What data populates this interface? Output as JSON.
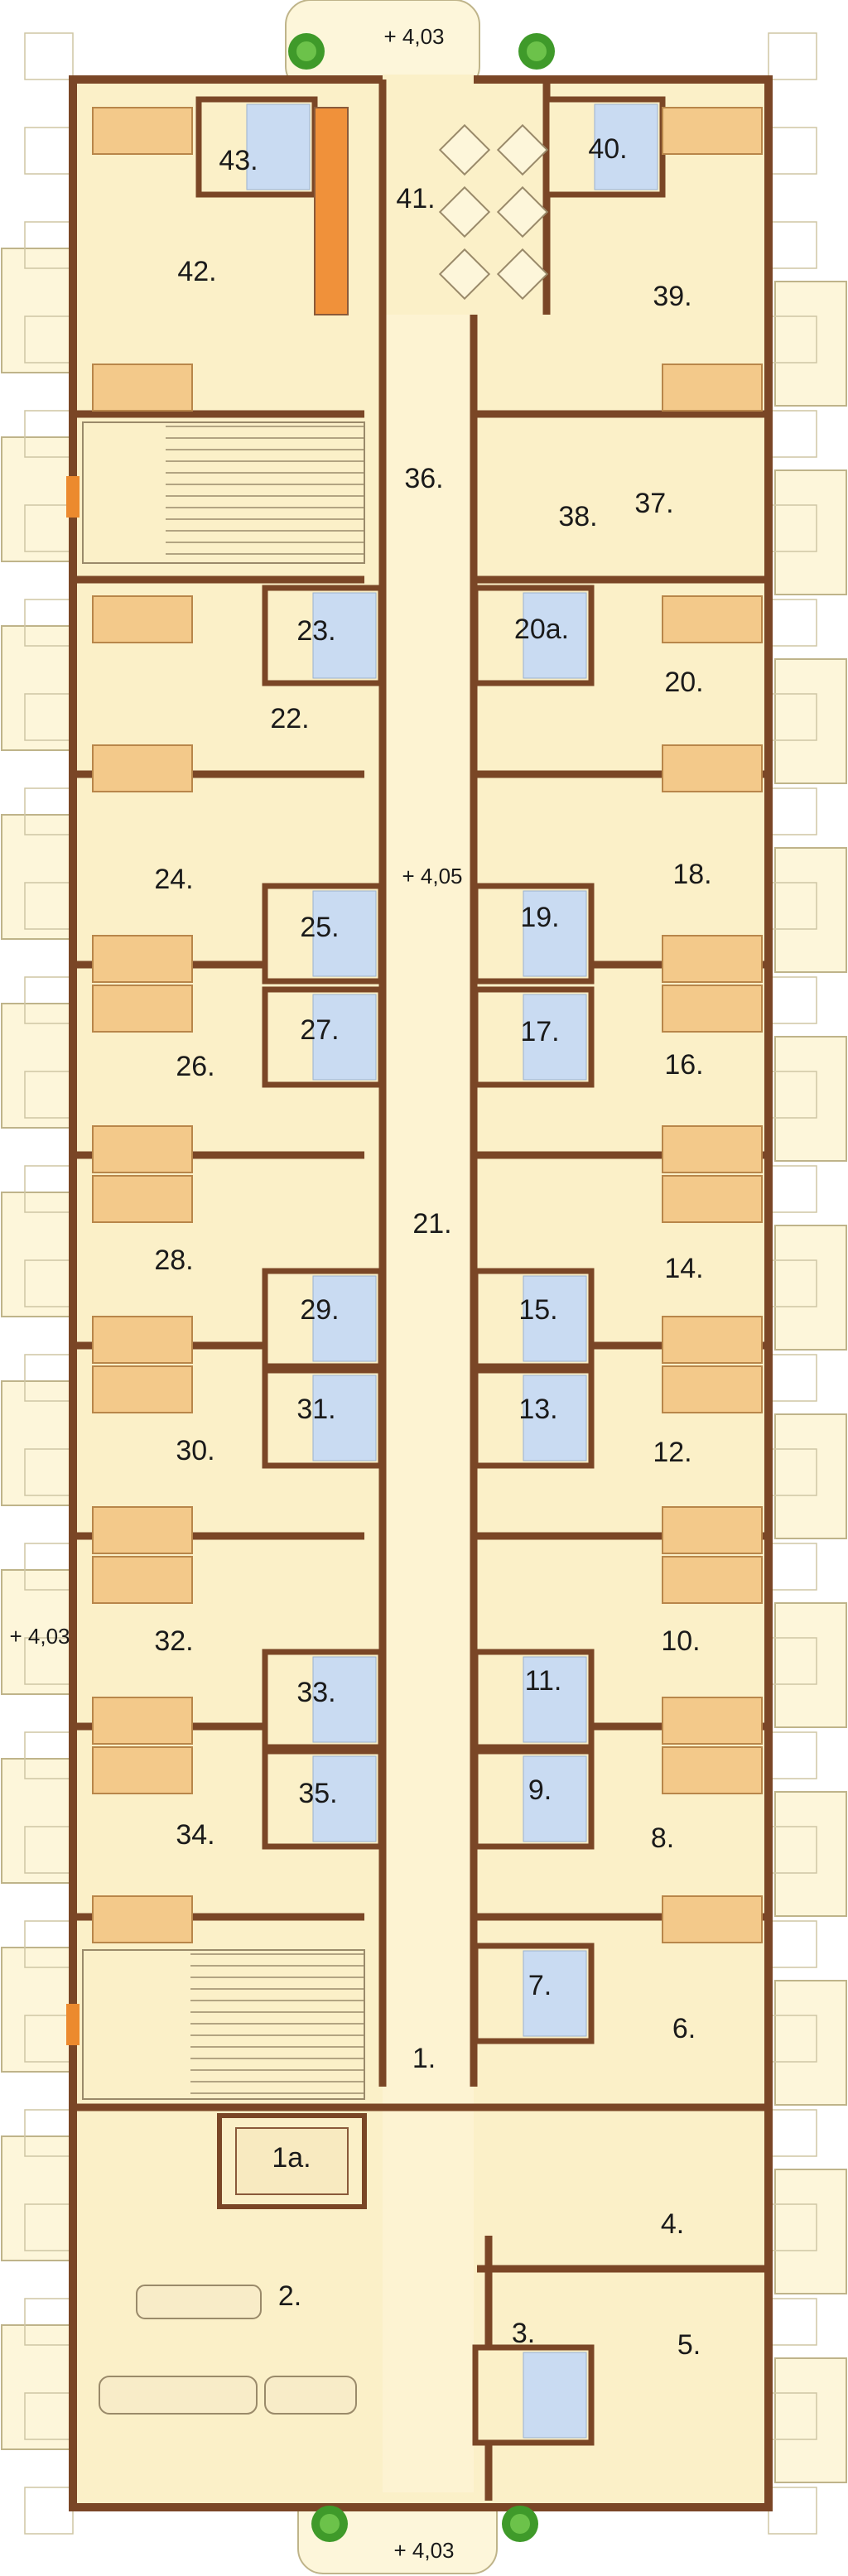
{
  "colors": {
    "floor": "#fbf0c8",
    "terrace": "#fdf6da",
    "outer_wall": "#7a4626",
    "inner_wall": "#8a5a3a",
    "bath_tile": "#c9dbf2",
    "bed": "#f3c98a",
    "kitchen": "#f0913a",
    "tree": "#3f9a2a",
    "window": "#ec8a2e"
  },
  "level_marks": {
    "top": "+ 4,03",
    "corridor": "+ 4,05",
    "side": "+ 4,03",
    "bottom": "+ 4,03"
  },
  "rooms": {
    "r1": "1.",
    "r1a": "1a.",
    "r2": "2.",
    "r3": "3.",
    "r4": "4.",
    "r5": "5.",
    "r6": "6.",
    "r7": "7.",
    "r8": "8.",
    "r9": "9.",
    "r10": "10.",
    "r11": "11.",
    "r12": "12.",
    "r13": "13.",
    "r14": "14.",
    "r15": "15.",
    "r16": "16.",
    "r17": "17.",
    "r18": "18.",
    "r19": "19.",
    "r20": "20.",
    "r20a": "20a.",
    "r21": "21.",
    "r22": "22.",
    "r23": "23.",
    "r24": "24.",
    "r25": "25.",
    "r26": "26.",
    "r27": "27.",
    "r28": "28.",
    "r29": "29.",
    "r30": "30.",
    "r31": "31.",
    "r32": "32.",
    "r33": "33.",
    "r34": "34.",
    "r35": "35.",
    "r36": "36.",
    "r37": "37.",
    "r38": "38.",
    "r39": "39.",
    "r40": "40.",
    "r41": "41.",
    "r42": "42.",
    "r43": "43."
  }
}
